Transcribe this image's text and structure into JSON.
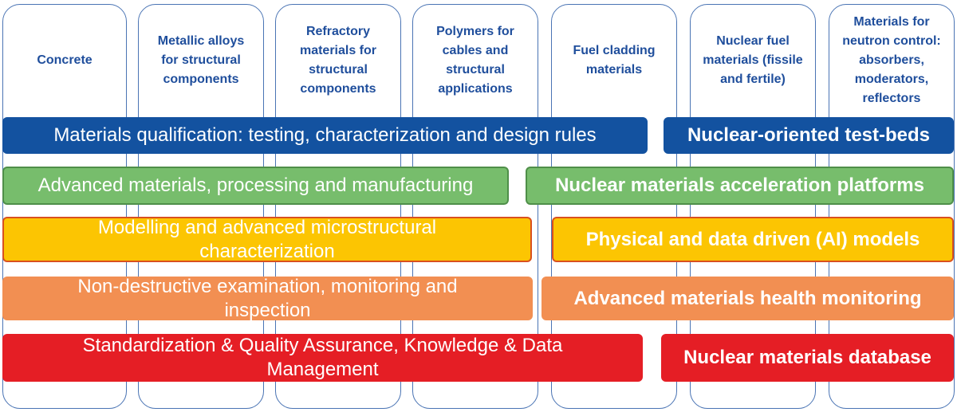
{
  "columns": [
    {
      "title": "Concrete"
    },
    {
      "title": "Metallic alloys\nfor structural\ncomponents"
    },
    {
      "title": "Refractory\nmaterials for\nstructural\ncomponents"
    },
    {
      "title": "Polymers for\ncables and\nstructural\napplications"
    },
    {
      "title": "Fuel cladding\nmaterials"
    },
    {
      "title": "Nuclear fuel\nmaterials (fissile\nand fertile)"
    },
    {
      "title": "Materials for\nneutron control:\nabsorbers,\nmoderators,\nreflectors"
    }
  ],
  "rows": [
    {
      "left": "Materials qualification: testing, characterization and design rules",
      "right": "Nuclear-oriented test-beds",
      "color": "#1352a0",
      "border": "#1352a0"
    },
    {
      "left": "Advanced materials, processing  and manufacturing",
      "right": "Nuclear materials acceleration platforms",
      "color": "#77bd6c",
      "border": "#4f8f49"
    },
    {
      "left": "Modelling and advanced microstructural\ncharacterization",
      "right": "Physical and data driven (AI) models",
      "color": "#fcc502",
      "border": "#d9501f"
    },
    {
      "left": "Non-destructive examination, monitoring and\ninspection",
      "right": "Advanced materials health monitoring",
      "color": "#f28f52",
      "border": "#f28f52"
    },
    {
      "left": "Standardization & Quality Assurance, Knowledge & Data\nManagement",
      "right": "Nuclear materials database",
      "color": "#e51e25",
      "border": "#e51e25"
    }
  ]
}
